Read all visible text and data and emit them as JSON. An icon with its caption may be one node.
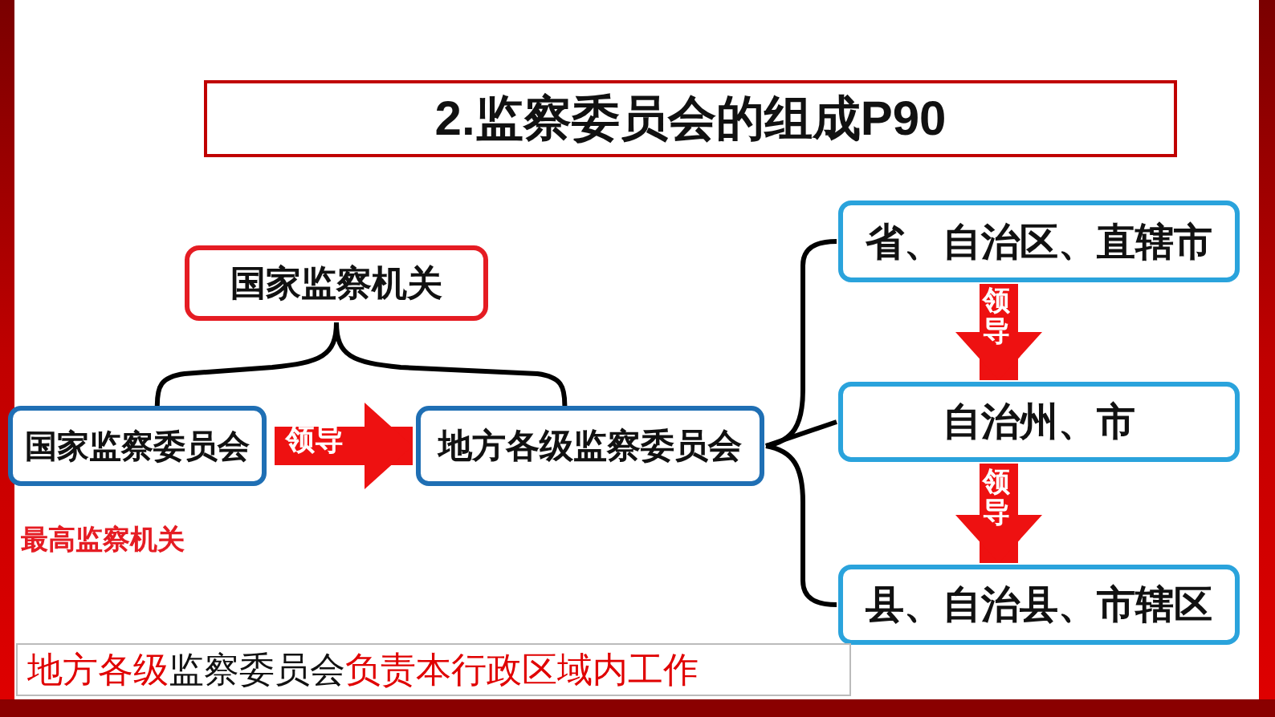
{
  "diagram": {
    "nodes": [
      {
        "text": [
          "2.监察委员会的组成P90"
        ]
      },
      {
        "text": [
          "国家监察机关"
        ]
      },
      {
        "text": [
          "国家监察委员会"
        ],
        "beside": [
          "最高监察机关"
        ]
      },
      {
        "text": [
          "地方各级监察委员会"
        ]
      },
      {
        "text": [
          "省、自治区、直辖市"
        ]
      },
      {
        "text": [
          "自治州、市"
        ]
      },
      {
        "text": [
          "县、自治县、市辖区"
        ]
      }
    ],
    "edges": [
      {
        "from": 1,
        "to": 2,
        "arrow": "none"
      },
      {
        "from": 1,
        "to": 3,
        "arrow": "none"
      },
      {
        "from": 2,
        "to": 3,
        "arrow": "to",
        "label": "领导",
        "style": "thick",
        "color": "#ee1111"
      },
      {
        "from": 3,
        "to": 4,
        "arrow": "none"
      },
      {
        "from": 3,
        "to": 5,
        "arrow": "none"
      },
      {
        "from": 3,
        "to": 6,
        "arrow": "none"
      },
      {
        "from": 4,
        "to": 5,
        "arrow": "to",
        "label": "领导",
        "style": "thick",
        "color": "#ee1111"
      },
      {
        "from": 5,
        "to": 6,
        "arrow": "to",
        "label": "领导",
        "style": "thick",
        "color": "#ee1111"
      }
    ],
    "labels": [
      "地方各级",
      "监察委员会",
      "负责本行政区域内工作"
    ]
  }
}
